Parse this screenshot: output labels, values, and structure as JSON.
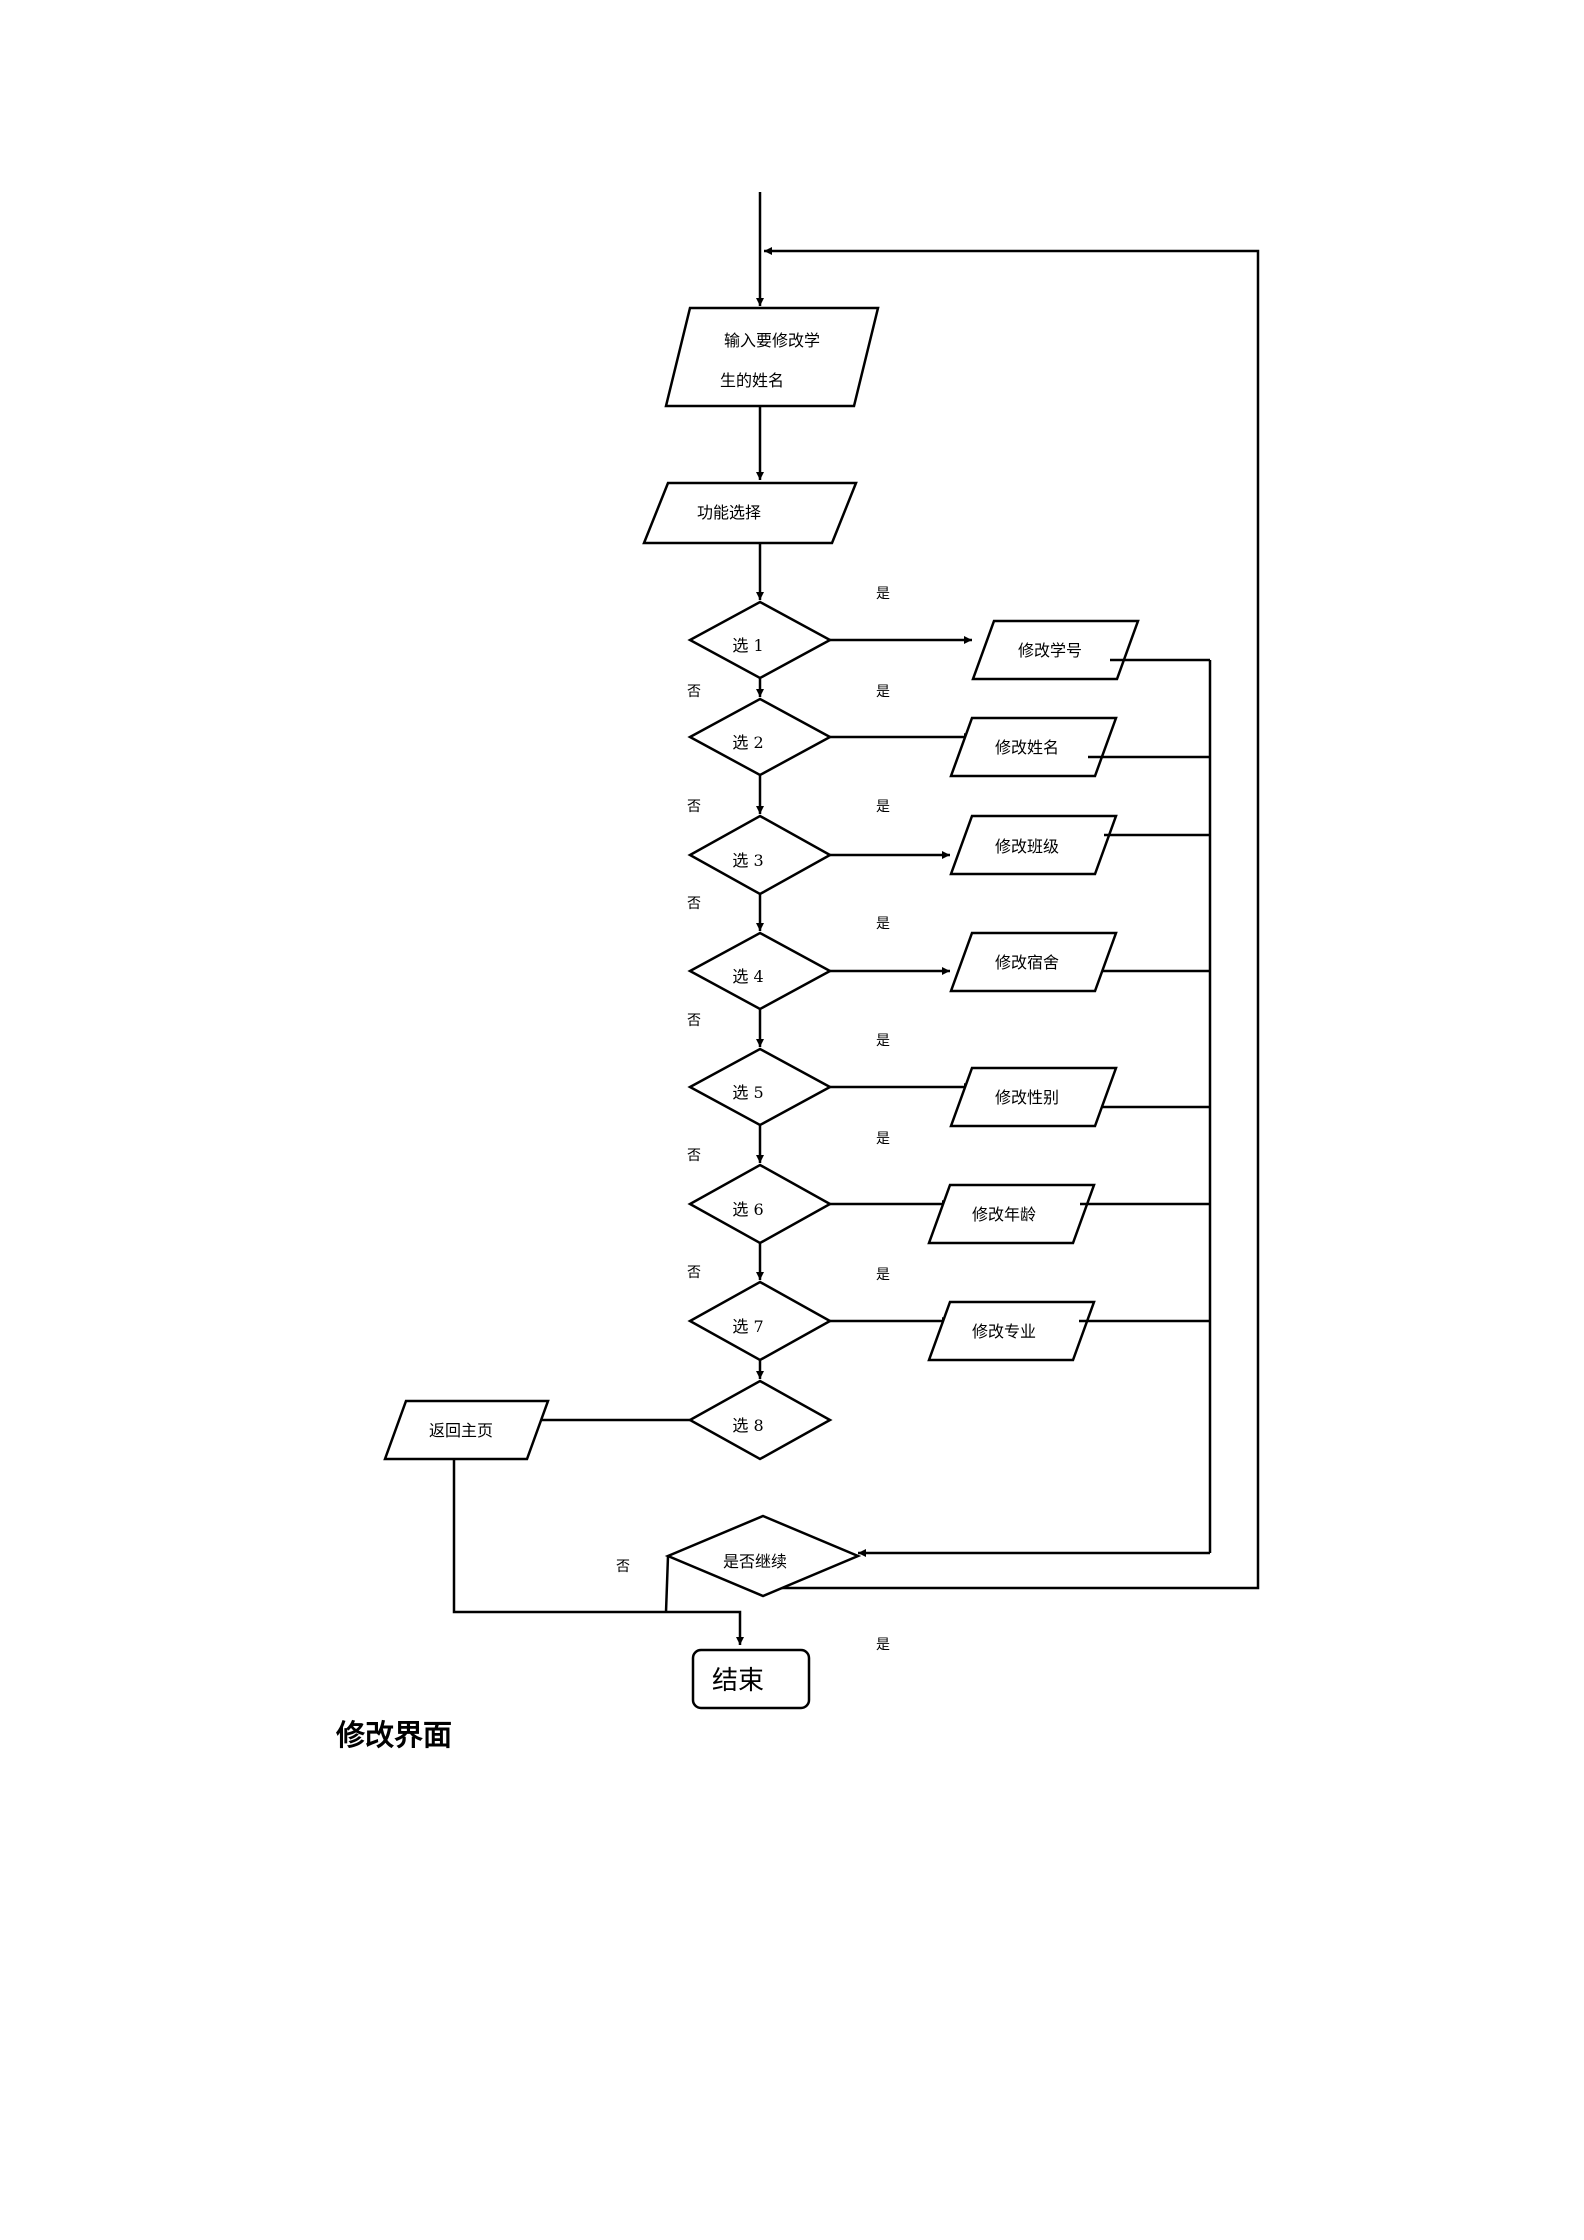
{
  "flowchart": {
    "input_name": {
      "line1": "输入要修改学",
      "line2": "生的姓名"
    },
    "function_select": "功能选择",
    "decisions": [
      "选 1",
      "选 2",
      "选 3",
      "选 4",
      "选 5",
      "选 6",
      "选 7",
      "选 8"
    ],
    "actions": [
      "修改学号",
      "修改姓名",
      "修改班级",
      "修改宿舍",
      "修改性别",
      "修改年龄",
      "修改专业"
    ],
    "return_home": "返回主页",
    "continue_question": "是否继续",
    "end": "结束",
    "yes_label": "是",
    "no_label": "否"
  },
  "caption": "修改界面"
}
